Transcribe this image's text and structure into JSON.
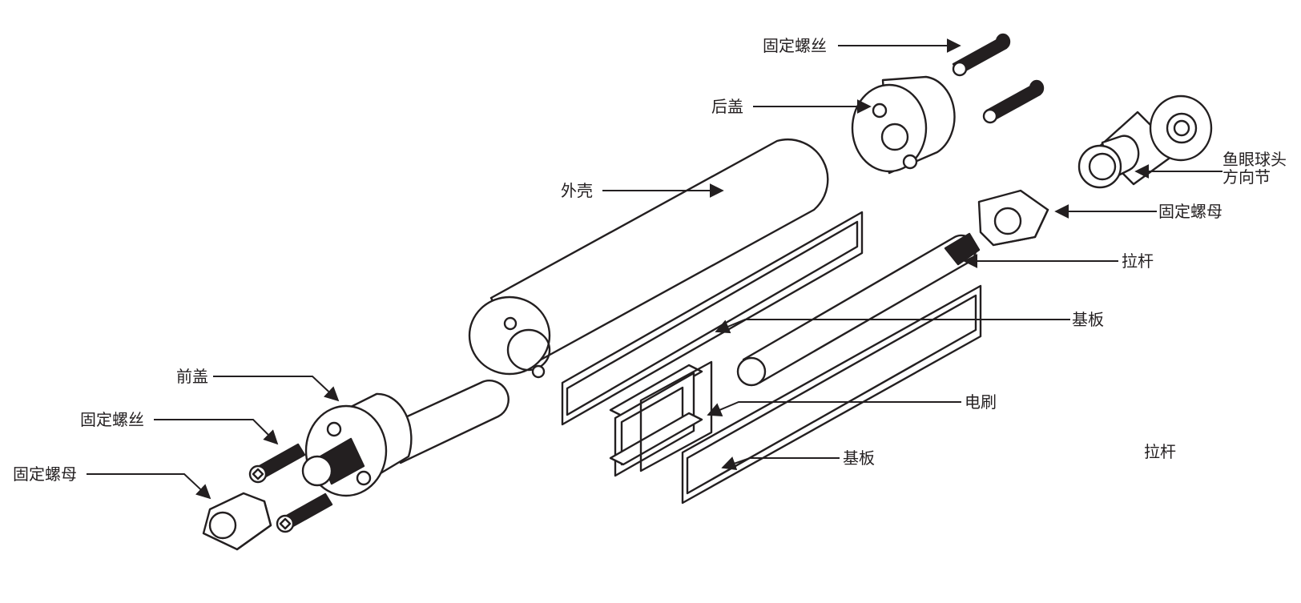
{
  "labels": {
    "rear_screw": "固定螺丝",
    "rear_cover": "后盖",
    "housing": "外壳",
    "rod_end_line1": "鱼眼球头",
    "rod_end_line2": "方向节",
    "rear_nut": "固定螺母",
    "tie_rod": "拉杆",
    "substrate_upper": "基板",
    "brush": "电刷",
    "substrate_lower": "基板",
    "tie_rod_standalone": "拉杆",
    "front_cover": "前盖",
    "front_screw": "固定螺丝",
    "front_nut": "固定螺母"
  },
  "colors": {
    "line": "#231f20",
    "fill": "#ffffff"
  }
}
